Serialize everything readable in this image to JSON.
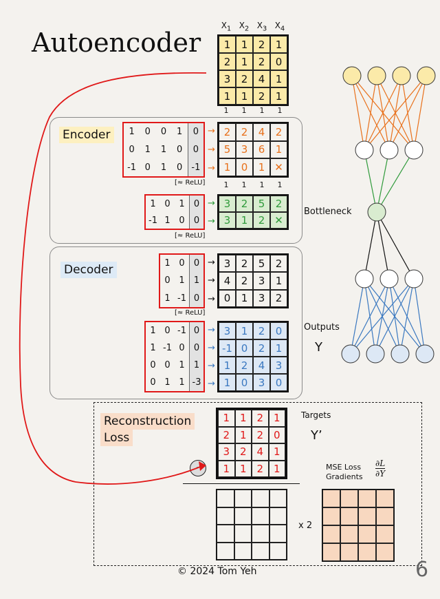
{
  "title": "Autoencoder",
  "input_headers": [
    "X1",
    "X2",
    "X3",
    "X4"
  ],
  "input_matrix": [
    [
      "1",
      "1",
      "2",
      "1"
    ],
    [
      "2",
      "1",
      "2",
      "0"
    ],
    [
      "3",
      "2",
      "4",
      "1"
    ],
    [
      "1",
      "1",
      "2",
      "1"
    ]
  ],
  "bias_ones": [
    "1",
    "1",
    "1",
    "1"
  ],
  "encoder": {
    "label": "Encoder",
    "w1": [
      [
        "1",
        "0",
        "0",
        "1",
        "0"
      ],
      [
        "0",
        "1",
        "1",
        "0",
        "0"
      ],
      [
        "-1",
        "0",
        "1",
        "0",
        "-1"
      ]
    ],
    "z1": [
      [
        "2",
        "2",
        "4",
        "2"
      ],
      [
        "5",
        "3",
        "6",
        "1"
      ],
      [
        "1",
        "0",
        "1",
        "X"
      ]
    ],
    "relu": "[≈ ReLU]",
    "bias_ones": [
      "1",
      "1",
      "1",
      "1"
    ],
    "w2": [
      [
        "1",
        "0",
        "1",
        "0"
      ],
      [
        "-1",
        "1",
        "0",
        "0"
      ]
    ],
    "bottleneck": [
      [
        "3",
        "2",
        "5",
        "2"
      ],
      [
        "3",
        "1",
        "2",
        "X"
      ]
    ],
    "bottleneck_label": "Bottleneck",
    "relu2": "[≈ ReLU]"
  },
  "decoder": {
    "label": "Decoder",
    "w3": [
      [
        "1",
        "0",
        "0"
      ],
      [
        "0",
        "1",
        "1"
      ],
      [
        "1",
        "-1",
        "0"
      ]
    ],
    "h": [
      [
        "3",
        "2",
        "5",
        "2"
      ],
      [
        "4",
        "2",
        "3",
        "1"
      ],
      [
        "0",
        "1",
        "3",
        "2"
      ]
    ],
    "relu": "[≈ ReLU]",
    "w4": [
      [
        "1",
        "0",
        "-1",
        "0"
      ],
      [
        "1",
        "-1",
        "0",
        "0"
      ],
      [
        "0",
        "0",
        "1",
        "1"
      ],
      [
        "0",
        "1",
        "1",
        "-3"
      ]
    ],
    "outputs": [
      [
        "3",
        "1",
        "2",
        "0"
      ],
      [
        "-1",
        "0",
        "2",
        "1"
      ],
      [
        "1",
        "2",
        "4",
        "3"
      ],
      [
        "1",
        "0",
        "3",
        "0"
      ]
    ],
    "outputs_label": "Outputs",
    "outputs_symbol": "Y"
  },
  "loss": {
    "label_line1": "Reconstruction",
    "label_line2": "Loss",
    "targets": [
      [
        "1",
        "1",
        "2",
        "1"
      ],
      [
        "2",
        "1",
        "2",
        "0"
      ],
      [
        "3",
        "2",
        "4",
        "1"
      ],
      [
        "1",
        "1",
        "2",
        "1"
      ]
    ],
    "targets_label": "Targets",
    "targets_symbol": "Y’",
    "minus": "-",
    "mse_label_line1": "MSE Loss",
    "mse_label_line2": "Gradients",
    "grad_symbol_num": "∂L",
    "grad_symbol_den": "∂Y",
    "times_two": "x 2"
  },
  "footer": "©  2024 Tom Yeh",
  "page_number": "6",
  "colors": {
    "encoder_orange": "#e8701a",
    "bottleneck_green": "#2e9a3a",
    "output_blue": "#3a78c0",
    "weight_red": "#e01818",
    "bottleneck_fill": "#d9ecd0",
    "output_fill": "#dde8f5",
    "input_fill": "#fbeaa9",
    "grad_fill": "#f8d8c0"
  }
}
